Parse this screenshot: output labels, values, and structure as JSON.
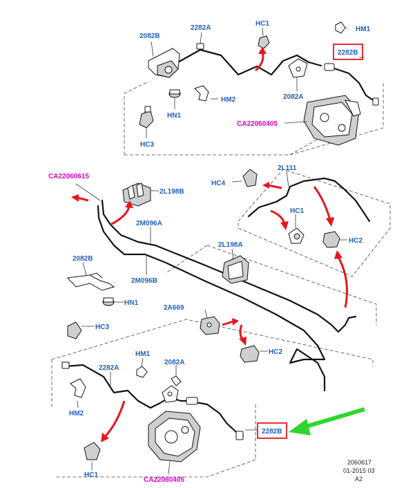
{
  "colors": {
    "label_blue": "#1f5fbf",
    "label_magenta": "#e000c8",
    "arrow_red": "#e8151b",
    "arrow_green": "#2fd62f",
    "highlight_box": "#e8151b"
  },
  "labels": {
    "top_2082B": "2082B",
    "top_2282A": "2282A",
    "top_HC1": "HC1",
    "top_HM1": "HM1",
    "top_2282B": "2282B",
    "top_HM2": "HM2",
    "top_HN1": "HN1",
    "top_2082A": "2082A",
    "top_HC3": "HC3",
    "top_CA22060405": "CA22060405",
    "mid_CA22060615": "CA22060615",
    "mid_2L198B": "2L198B",
    "mid_HC4": "HC4",
    "mid_2L111": "2L111",
    "mid_HC1": "HC1",
    "mid_HC2a": "HC2",
    "mid_2M096A": "2M096A",
    "mid_2L198A": "2L198A",
    "mid_2082B": "2082B",
    "mid_2M096B": "2M096B",
    "mid_HN1": "HN1",
    "mid_HC3": "HC3",
    "mid_2A669": "2A669",
    "mid_HC2b": "HC2",
    "bot_HM1": "HM1",
    "bot_2282A": "2282A",
    "bot_2082A": "2082A",
    "bot_HM2": "HM2",
    "bot_2282B": "2282B",
    "bot_HC1": "HC1",
    "bot_CA22060405": "CA22060405"
  },
  "reference": {
    "line1": "2060617",
    "line2": "01-2015 03",
    "line3": "A2"
  }
}
